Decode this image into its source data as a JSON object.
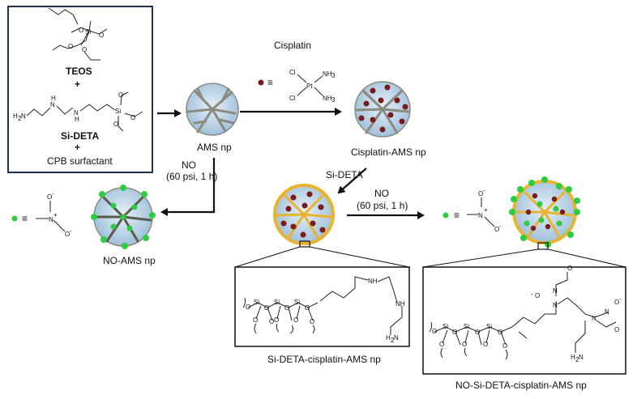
{
  "colors": {
    "nitric_oxide_dot": "#2ecc40",
    "cisplatin_dot": "#7a1a1a",
    "si_deta_shell": "#e8b32e",
    "particle_channels": "#8a8a80",
    "particle_core": "#b8d3e6",
    "outline": "#1f2f4f"
  },
  "synthesis": {
    "teos_label": "TEOS",
    "plus_1": "+",
    "si_deta_label": "Si-DETA",
    "plus_2": "+",
    "surfactant_label": "CPB surfactant"
  },
  "particles": {
    "ams": "AMS np",
    "cisplatin_ams": "Cisplatin-AMS np",
    "no_ams": "NO-AMS np"
  },
  "reagents": {
    "cisplatin_title": "Cisplatin",
    "equiv": "≡",
    "si_deta_step": "Si-DETA",
    "no_step_1_line1": "NO",
    "no_step_1_line2": "(60 psi, 1 h)",
    "no_step_2_line1": "NO",
    "no_step_2_line2": "(60 psi, 1 h)"
  },
  "atoms": {
    "cl": "Cl",
    "pt": "Pt",
    "nh3": "NH",
    "three": "3",
    "o": "O",
    "o_minus": "O",
    "minus": "-",
    "n": "N",
    "n_plus": "+",
    "si": "Si",
    "h2n": "H",
    "two": "2",
    "nh": "NH",
    "n_h": "N",
    "h": "H"
  },
  "insets": {
    "si_deta_cisplatin": "Si-DETA-cisplatin-AMS np",
    "no_si_deta_cisplatin": "NO-Si-DETA-cisplatin-AMS np"
  }
}
